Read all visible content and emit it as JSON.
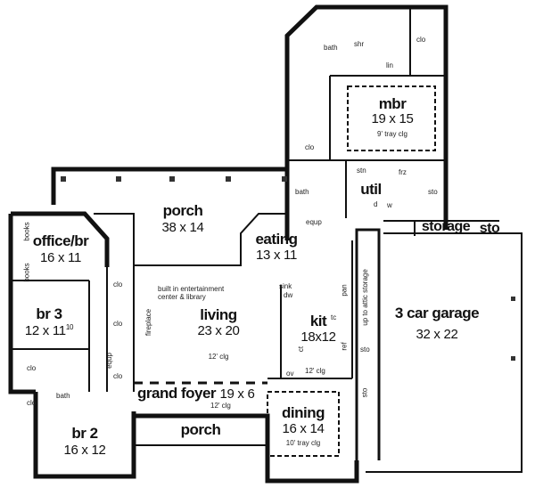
{
  "plan": {
    "rooms": [
      {
        "id": "mbr",
        "name": "mbr",
        "size": "19 x 15",
        "note": "9' tray clg"
      },
      {
        "id": "porch-rear",
        "name": "porch",
        "size": "38 x 14"
      },
      {
        "id": "office",
        "name": "office/br",
        "size": "16 x 11"
      },
      {
        "id": "eating",
        "name": "eating",
        "size": "13 x 11"
      },
      {
        "id": "util",
        "name": "util"
      },
      {
        "id": "storage",
        "name": "storage"
      },
      {
        "id": "sto-garage",
        "name": "sto"
      },
      {
        "id": "br3",
        "name": "br 3",
        "size": "12 x 11",
        "size_sup": "10"
      },
      {
        "id": "living",
        "name": "living",
        "size": "23 x 20",
        "note": "12' clg"
      },
      {
        "id": "kit",
        "name": "kit",
        "size": "18x12",
        "note": "12' clg"
      },
      {
        "id": "garage",
        "name": "3 car garage",
        "size": "32 x 22"
      },
      {
        "id": "grand-foyer",
        "name": "grand foyer",
        "size": "19 x 6",
        "note": "12' clg"
      },
      {
        "id": "br2",
        "name": "br 2",
        "size": "16 x 12"
      },
      {
        "id": "porch-front",
        "name": "porch"
      },
      {
        "id": "dining",
        "name": "dining",
        "size": "16 x 14",
        "note": "10' tray clg"
      }
    ],
    "small_labels": {
      "bath_master": "bath",
      "shr": "shr",
      "lin": "lin",
      "clo_master": "clo",
      "clo_master2": "clo",
      "bath_hall": "bath",
      "equip": "equp",
      "stn": "stn",
      "frz": "frz",
      "sto_util": "sto",
      "d": "d",
      "w": "w",
      "books_top": "books",
      "books_bottom": "books",
      "clo_a": "clo",
      "clo_b": "clo",
      "clo_c": "clo",
      "equip_b": "equp",
      "clo_br3": "clo",
      "clo_br2": "clo",
      "bath_br": "bath",
      "builtin": "built in entertainment",
      "builtin2": "center & library",
      "fireplace": "fireplace",
      "sink_dw": "sink",
      "dw": "dw",
      "pan": "pan",
      "tc": "tc",
      "ct": "ct",
      "ov": "ov",
      "ref": "ref",
      "sto_kit": "sto",
      "sto_hall": "sto",
      "attic": "up to attic storage"
    }
  }
}
